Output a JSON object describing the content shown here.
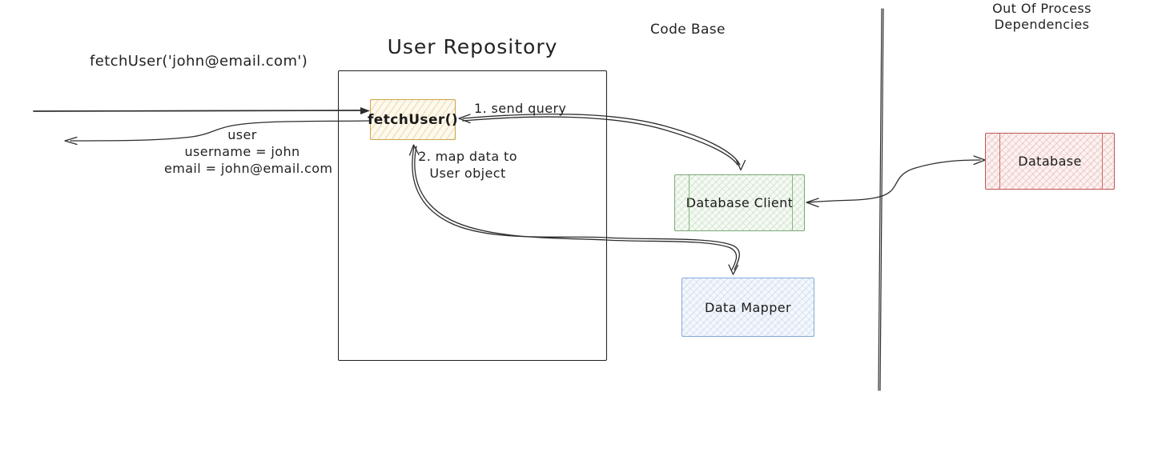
{
  "diagram": {
    "annotations": {
      "call": "fetchUser('john@email.com')",
      "return_line1": "user",
      "return_line2": "username = john",
      "return_line3": "email = john@email.com",
      "step1": "1. send query",
      "step2_line1": "2. map data to",
      "step2_line2": "User object"
    },
    "sections": {
      "repo_title": "User Repository",
      "code_base": "Code Base",
      "oop_line1": "Out Of Process",
      "oop_line2": "Dependencies"
    },
    "nodes": {
      "fetch_user": {
        "label": "fetchUser()",
        "color": "#cfa24b"
      },
      "database_client": {
        "label": "Database Client",
        "color": "#7aa874"
      },
      "data_mapper": {
        "label": "Data Mapper",
        "color": "#85a8d8"
      },
      "database": {
        "label": "Database",
        "color": "#bf5654"
      }
    },
    "colors": {
      "stroke": "#2d2d2d",
      "background": "#ffffff"
    }
  }
}
